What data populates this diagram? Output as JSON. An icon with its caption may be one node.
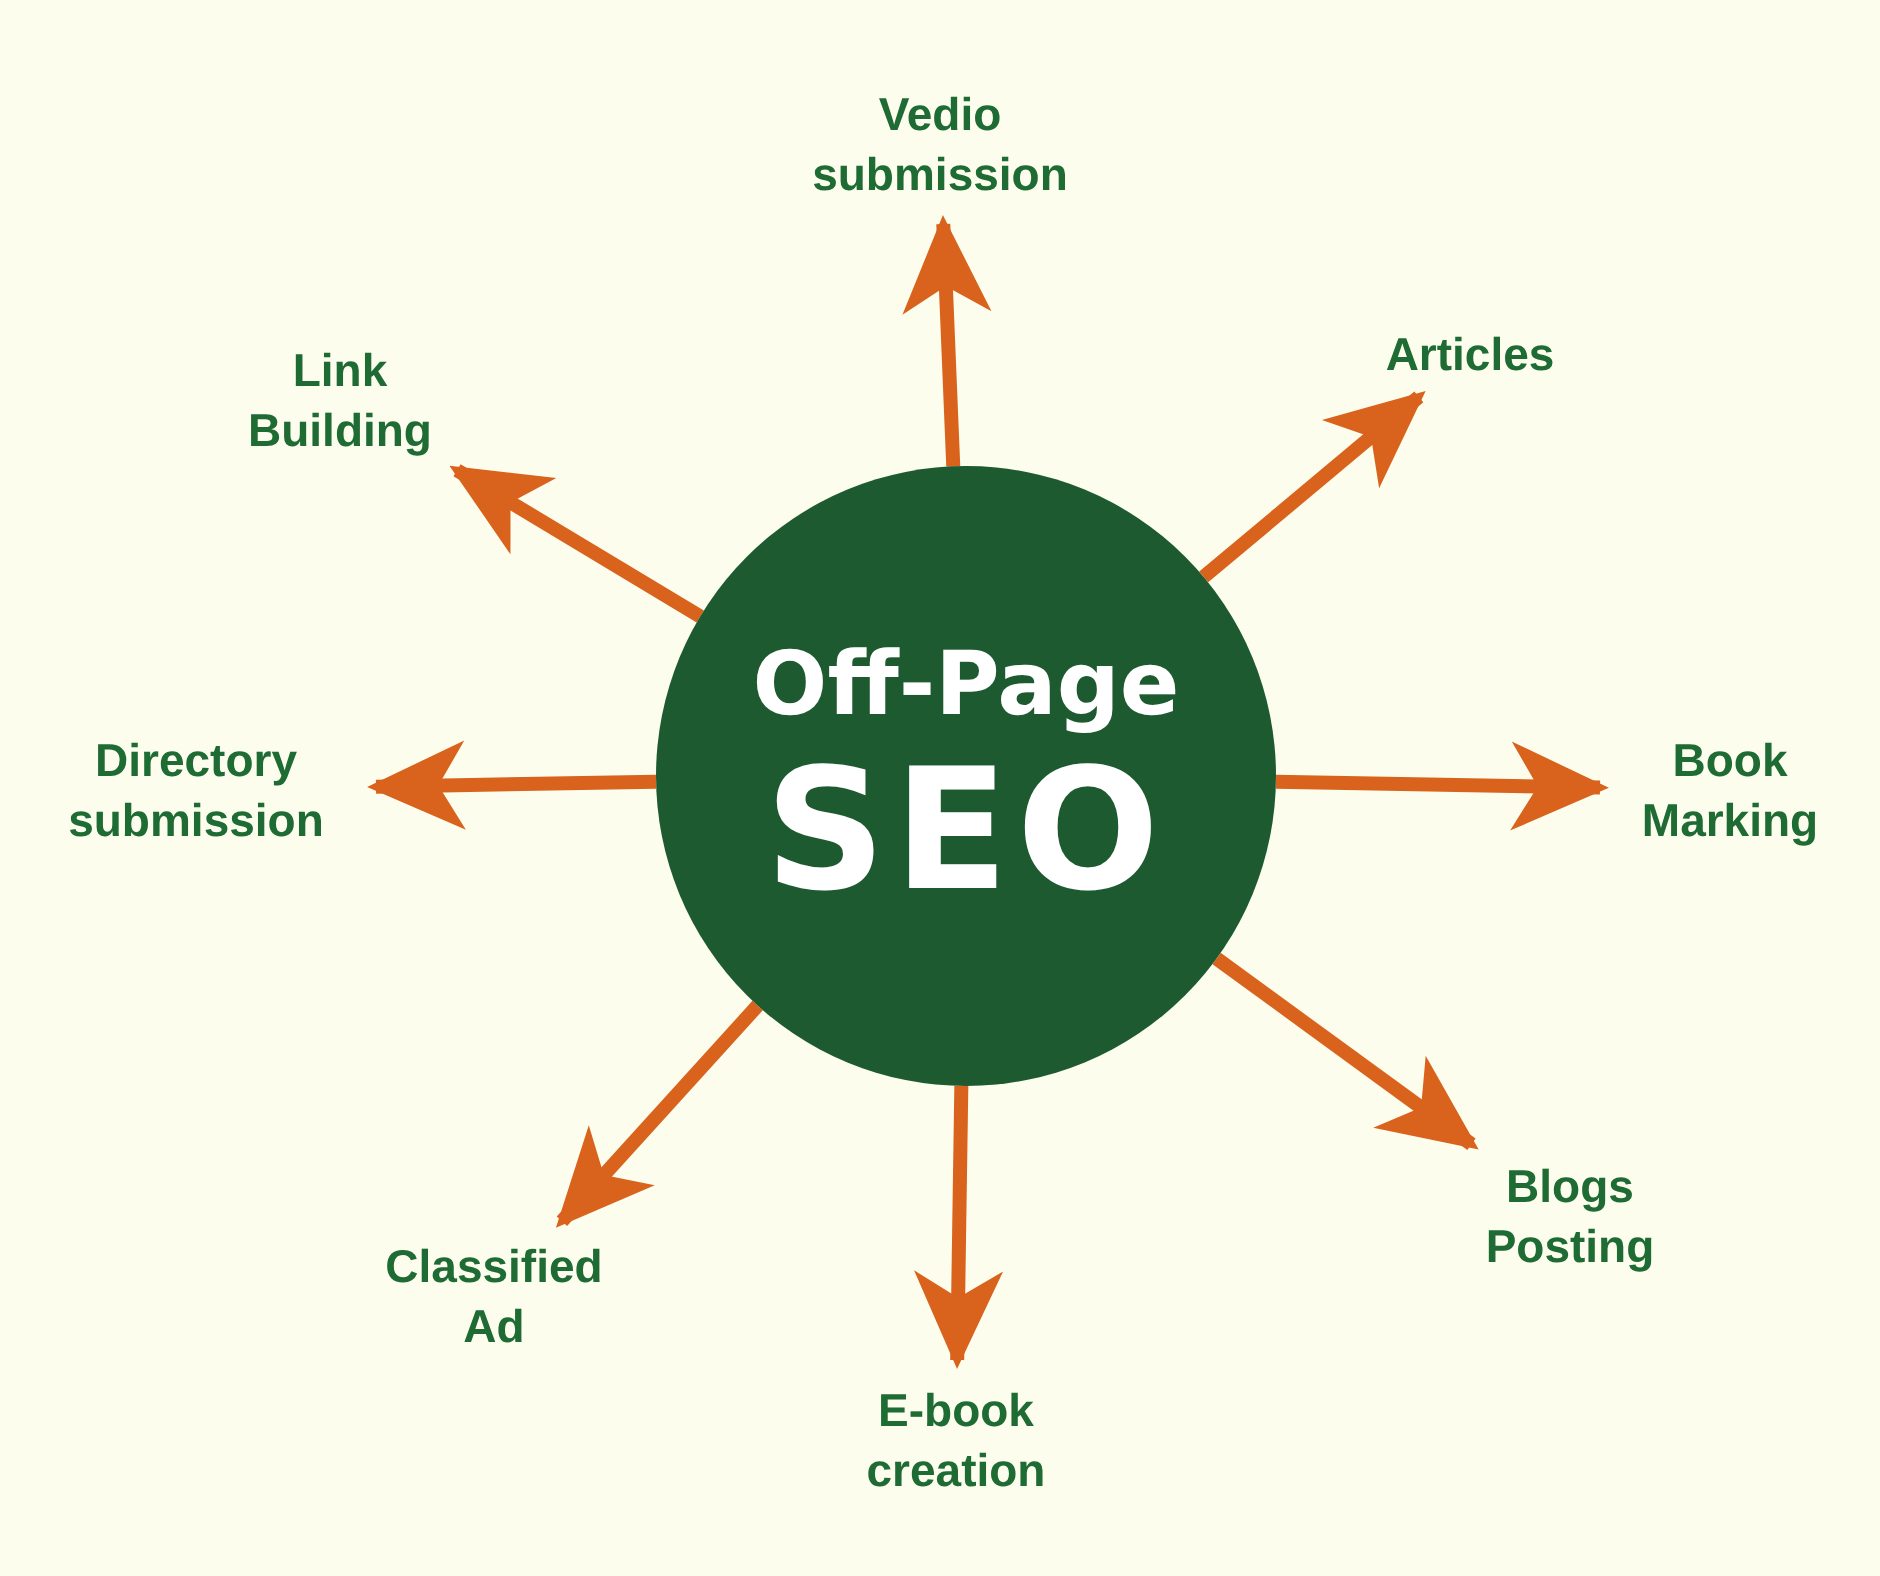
{
  "diagram": {
    "nodes": [
      {
        "text": [
          "Off-Page",
          "SEO"
        ]
      },
      {
        "text": [
          "Vedio submission"
        ]
      },
      {
        "text": [
          "Link Building"
        ]
      },
      {
        "text": [
          "Articles"
        ]
      },
      {
        "text": [
          "Directory submission"
        ]
      },
      {
        "text": [
          "Book Marking"
        ]
      },
      {
        "text": [
          "Classified Ad"
        ]
      },
      {
        "text": [
          "Blogs Posting"
        ]
      },
      {
        "text": [
          "E-book creation"
        ]
      }
    ],
    "edges": [
      {
        "from": 0,
        "to": 1,
        "arrow": "to"
      },
      {
        "from": 0,
        "to": 2,
        "arrow": "to"
      },
      {
        "from": 0,
        "to": 3,
        "arrow": "to"
      },
      {
        "from": 0,
        "to": 4,
        "arrow": "to"
      },
      {
        "from": 0,
        "to": 5,
        "arrow": "to"
      },
      {
        "from": 0,
        "to": 6,
        "arrow": "to"
      },
      {
        "from": 0,
        "to": 7,
        "arrow": "to"
      },
      {
        "from": 0,
        "to": 8,
        "arrow": "to"
      }
    ]
  }
}
